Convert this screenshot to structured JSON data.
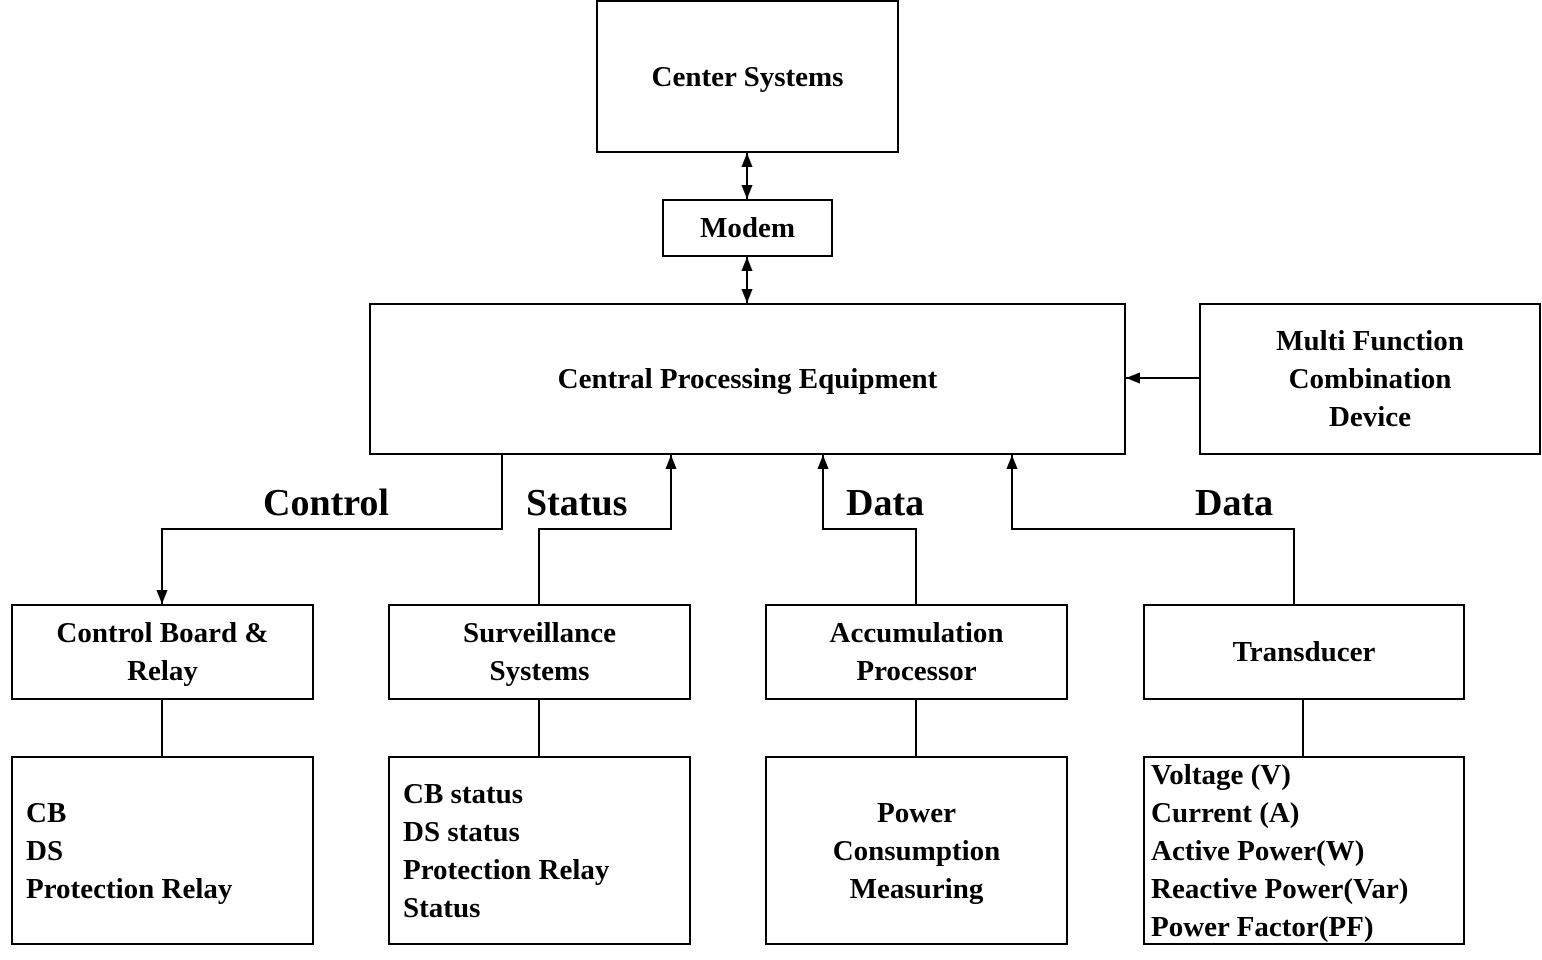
{
  "nodes": {
    "center_systems": {
      "label": "Center Systems"
    },
    "modem": {
      "label": "Modem"
    },
    "cpe": {
      "label": "Central Processing Equipment"
    },
    "mfcd": {
      "lines": [
        "Multi Function",
        "Combination",
        "Device"
      ]
    },
    "control_board": {
      "lines": [
        "Control Board &",
        "Relay"
      ]
    },
    "surveillance": {
      "lines": [
        "Surveillance",
        "Systems"
      ]
    },
    "accumulation": {
      "lines": [
        "Accumulation",
        "Processor"
      ]
    },
    "transducer": {
      "label": "Transducer"
    },
    "control_items": {
      "lines": [
        "CB",
        "DS",
        "Protection Relay"
      ]
    },
    "status_items": {
      "lines": [
        "CB status",
        "DS status",
        "Protection Relay",
        "Status"
      ]
    },
    "power_items": {
      "lines": [
        "Power",
        "Consumption",
        "Measuring"
      ]
    },
    "measure_items": {
      "lines": [
        "Voltage (V)",
        "Current (A)",
        "Active Power(W)",
        "Reactive Power(Var)",
        "Power Factor(PF)"
      ]
    }
  },
  "edge_labels": {
    "control": "Control",
    "status": "Status",
    "data_1": "Data",
    "data_2": "Data"
  }
}
